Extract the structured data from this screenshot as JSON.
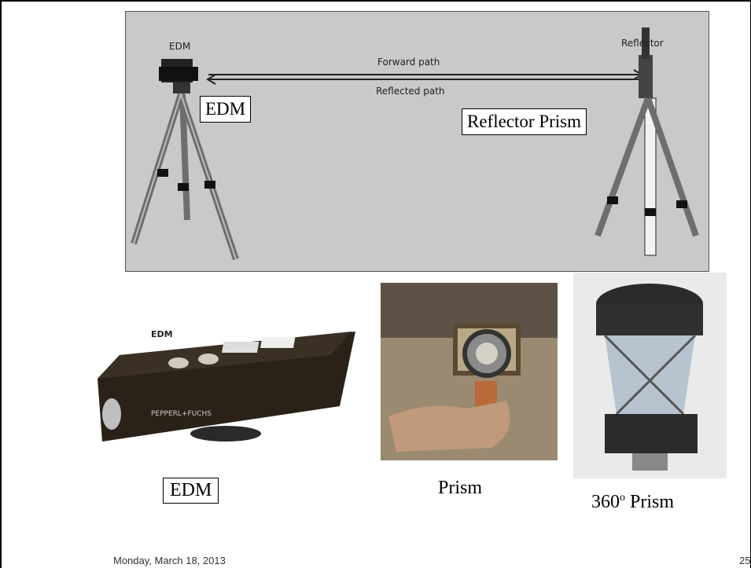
{
  "diagram": {
    "edm_label": "EDM",
    "reflector_label": "Reflector",
    "forward_path": "Forward path",
    "reflected_path": "Reflected path",
    "edm_box": "EDM",
    "reflector_box": "Reflector Prism"
  },
  "photos": {
    "edm_device_label": "EDM",
    "edm_brand": "PEPPERL+FUCHS",
    "captions": {
      "edm": "EDM",
      "prism": "Prism",
      "prism360_num": "360",
      "prism360_sup": "o",
      "prism360_word": " Prism"
    }
  },
  "footer": {
    "date": "Monday, March 18, 2013",
    "page": "25"
  }
}
